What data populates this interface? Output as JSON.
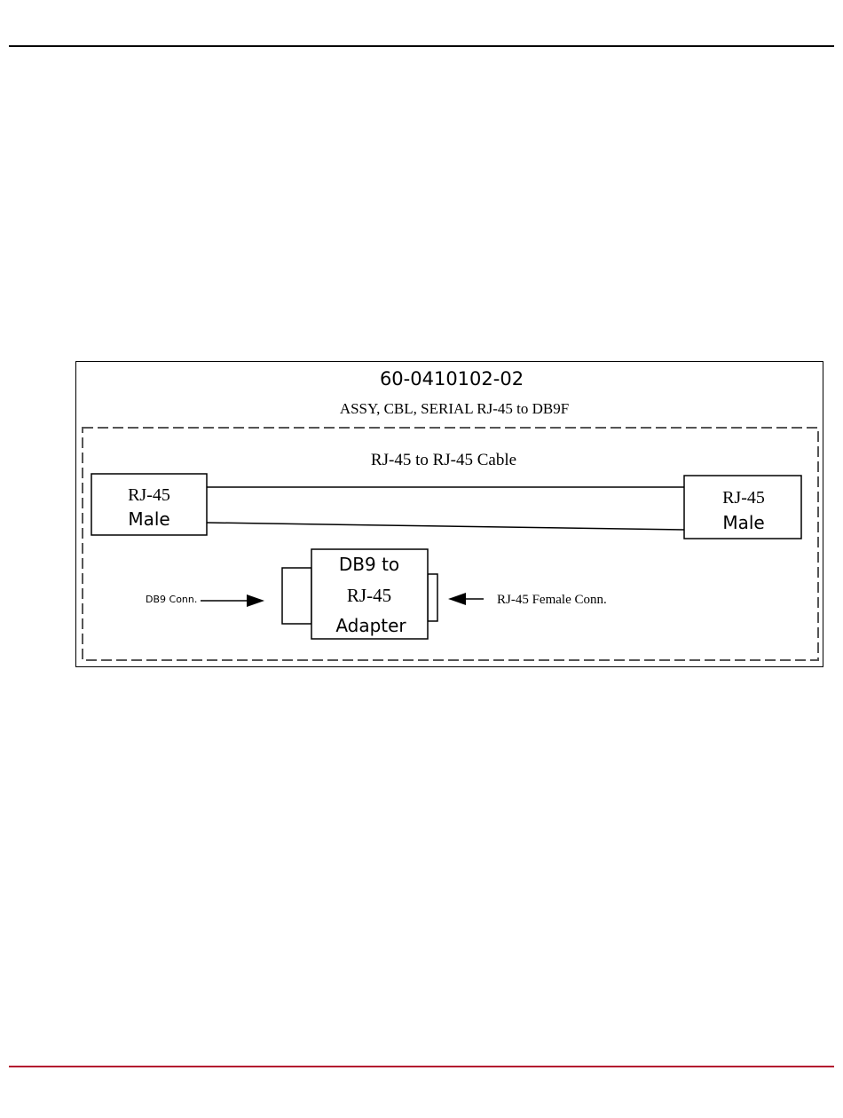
{
  "part_number": "60-0410102-02",
  "assembly_title": "ASSY, CBL, SERIAL RJ-45 to DB9F",
  "cable_label": "RJ-45 to RJ-45 Cable",
  "left_connector": {
    "line1": "RJ-45",
    "line2": "Male"
  },
  "right_connector": {
    "line1": "RJ-45",
    "line2": "Male"
  },
  "adapter": {
    "line1": "DB9 to",
    "line2": "RJ-45",
    "line3": "Adapter"
  },
  "db9_callout": "DB9 Conn.",
  "rj45_female_callout": "RJ-45 Female Conn.",
  "colors": {
    "header_rule": "#000000",
    "footer_rule": "#b3132f"
  }
}
